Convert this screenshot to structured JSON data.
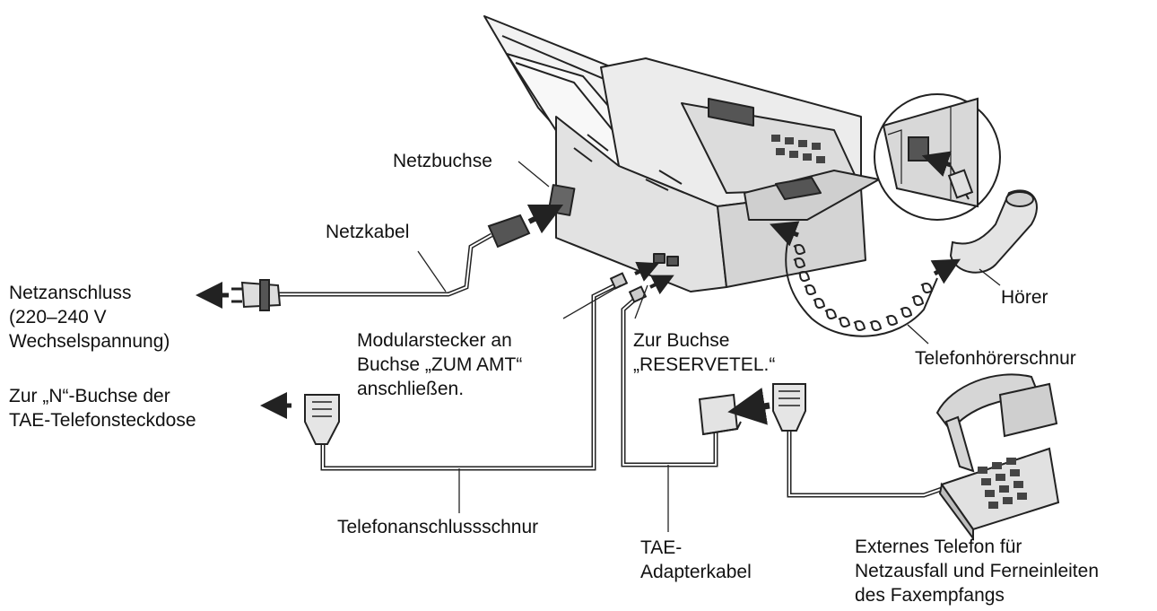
{
  "labels": {
    "netzbuchse": "Netzbuchse",
    "netzkabel": "Netzkabel",
    "netzanschluss": [
      "Netzanschluss",
      "(220–240 V",
      "Wechselspannung)"
    ],
    "modularstecker": [
      "Modularstecker an",
      "Buchse „ZUM AMT“",
      "anschließen."
    ],
    "zur_buchse": [
      "Zur Buchse",
      "„RESERVETEL.“"
    ],
    "hoerer": "Hörer",
    "telefonhoererschnur": "Telefonhörerschnur",
    "zur_n_buchse": [
      "Zur „N“-Buchse der",
      "TAE-Telefonsteckdose"
    ],
    "telefonanschlussschnur": "Telefonanschlussschnur",
    "tae_adapterkabel": [
      "TAE-",
      "Adapterkabel"
    ],
    "externes_telefon": [
      "Externes Telefon für",
      "Netzausfall und Ferneinleiten",
      "des Faxempfangs"
    ]
  },
  "colors": {
    "line": "#222222",
    "body_fill": "#e6e6e6",
    "shade_fill": "#bdbdbd",
    "dark_fill": "#555555"
  }
}
